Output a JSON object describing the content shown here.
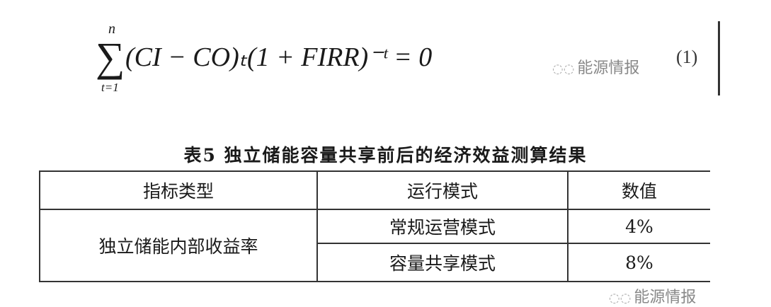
{
  "formula": {
    "sum_upper": "n",
    "sum_lower": "t=1",
    "expression": "(CI − CO)ₜ(1 + FIRR)⁻ᵗ = 0",
    "equation_number": "(1)"
  },
  "watermark": {
    "text": "能源情报"
  },
  "table": {
    "caption": "表5  独立储能容量共享前后的经济效益测算结果",
    "headers": [
      "指标类型",
      "运行模式",
      "数值"
    ],
    "indicator": "独立储能内部收益率",
    "rows": [
      {
        "mode": "常规运营模式",
        "value": "4%"
      },
      {
        "mode": "容量共享模式",
        "value": "8%"
      }
    ]
  }
}
